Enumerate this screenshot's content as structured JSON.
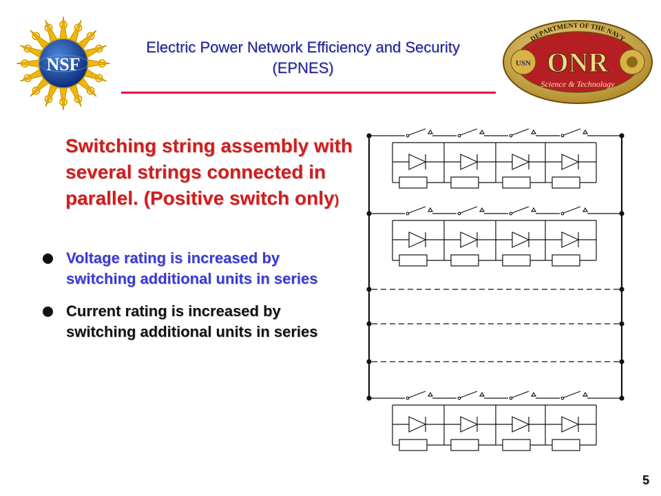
{
  "header": {
    "title_line1": "Electric Power Network Efficiency and Security",
    "title_line2": "(EPNES)",
    "accent_color": "#e0143c",
    "title_color": "#1f1f9e"
  },
  "logos": {
    "left": {
      "icon": "nsf-logo",
      "text": "NSF"
    },
    "right": {
      "icon": "onr-logo",
      "text": "ONR",
      "ring_text": "DEPARTMENT OF THE NAVY",
      "sub_text": "Science & Technology"
    }
  },
  "content": {
    "heading_main": "Switching string assembly with several strings connected in parallel. (Positive switch only",
    "heading_paren": ")",
    "bullets": [
      {
        "text": "Voltage rating is increased by switching additional units in series",
        "color": "#3a3ad6"
      },
      {
        "text": "Current rating is increased by switching additional units in series",
        "color": "#111111"
      }
    ]
  },
  "diagram": {
    "icon": "switching-string-circuit",
    "strings_shown": 3,
    "units_per_string": 4,
    "dashed_parallel_rows": 3
  },
  "footer": {
    "page_number": "5"
  }
}
